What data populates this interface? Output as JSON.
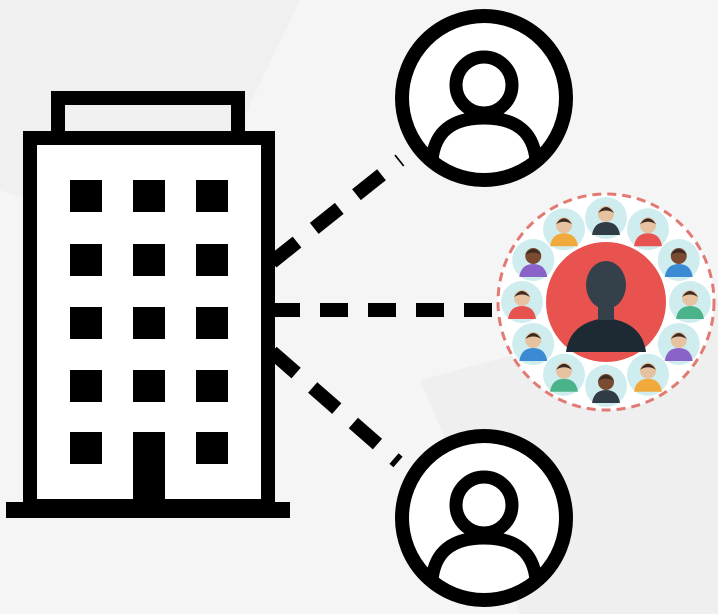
{
  "colors": {
    "background": "#f5f5f5",
    "background_shade": "#ebebeb",
    "ink": "#000000",
    "paper": "#ffffff",
    "accent_red": "#e8534f",
    "dash_ring": "#e27a74",
    "avatar_bg": "#cfecef",
    "avatar_skin": "#e7c2a0",
    "avatar_skin_dark": "#7a4b31",
    "avatar_hair": "#3a2a22"
  },
  "icons": {
    "building": "office-building-icon",
    "person": "person-circle-icon",
    "group": "customer-group-icon"
  },
  "nodes": [
    {
      "id": "building",
      "icon": "office-building-icon"
    },
    {
      "id": "customer-top",
      "icon": "person-circle-icon"
    },
    {
      "id": "customer-group",
      "icon": "customer-group-icon"
    },
    {
      "id": "customer-bottom",
      "icon": "person-circle-icon"
    }
  ],
  "edges": [
    {
      "from": "building",
      "to": "customer-top",
      "style": "dashed"
    },
    {
      "from": "building",
      "to": "customer-group",
      "style": "dashed"
    },
    {
      "from": "building",
      "to": "customer-bottom",
      "style": "dashed"
    }
  ]
}
